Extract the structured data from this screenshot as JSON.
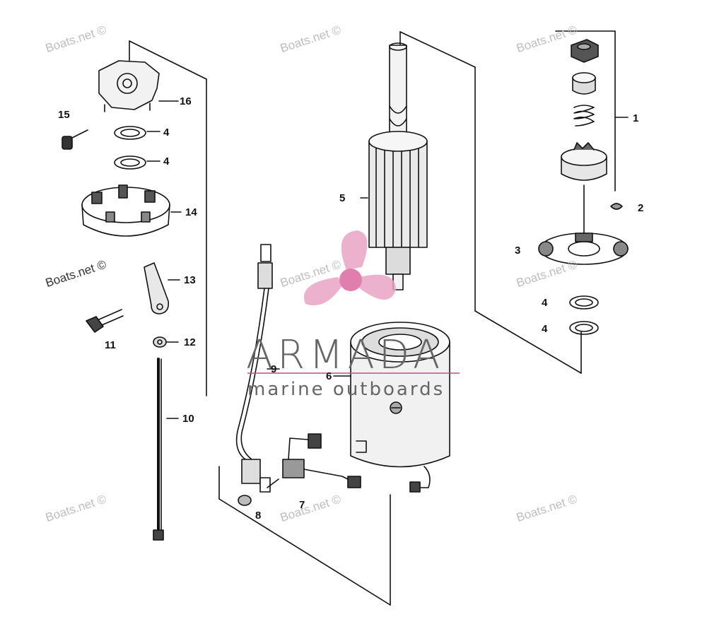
{
  "watermark": {
    "text": "Boats.net ©"
  },
  "brand": {
    "name": "ARMADA",
    "tagline": "marine outboards",
    "colors": {
      "propeller": "#e9a4c4",
      "hub": "#e07fae",
      "text": "#666666",
      "line": "#c94b8a"
    }
  },
  "callouts": {
    "c1": "1",
    "c2": "2",
    "c3": "3",
    "c4a": "4",
    "c4b": "4",
    "c4c": "4",
    "c4d": "4",
    "c5": "5",
    "c6": "6",
    "c7": "7",
    "c8": "8",
    "c9": "9",
    "c10": "10",
    "c11": "11",
    "c12": "12",
    "c13": "13",
    "c14": "14",
    "c15": "15",
    "c16": "16"
  }
}
